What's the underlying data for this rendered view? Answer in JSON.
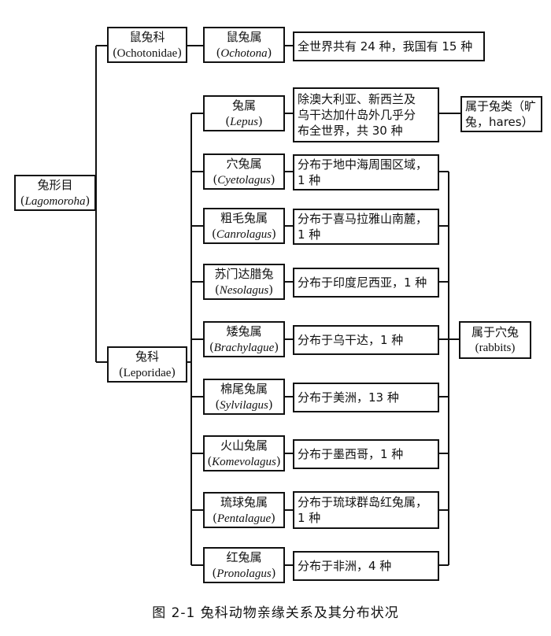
{
  "order": {
    "name": "兔形目",
    "latin": "Lagomoroha"
  },
  "families": [
    {
      "name": "鼠兔科",
      "latin": "Ochotonidae"
    },
    {
      "name": "兔科",
      "latin": "Leporidae"
    }
  ],
  "ochotona": {
    "name": "鼠兔属",
    "latin": "Ochotona",
    "note": "全世界共有 24 种，我国有 15 种"
  },
  "genera": [
    {
      "name": "兔属",
      "latin": "Lepus",
      "note": "除澳大利亚、新西兰及\n乌干达加什岛外几乎分\n布全世界，共 30 种"
    },
    {
      "name": "穴兔属",
      "latin": "Cyetolagus",
      "note": "分布于地中海周围区域，\n1 种"
    },
    {
      "name": "粗毛兔属",
      "latin": "Canrolagus",
      "note": "分布于喜马拉雅山南麓，\n1 种"
    },
    {
      "name": "苏门达腊兔",
      "latin": "Nesolagus",
      "note": "分布于印度尼西亚，1 种"
    },
    {
      "name": "矮兔属",
      "latin": "Brachylague",
      "note": "分布于乌干达，1 种"
    },
    {
      "name": "棉尾兔属",
      "latin": "Sylvilagus",
      "note": "分布于美洲，13 种"
    },
    {
      "name": "火山兔属",
      "latin": "Komevolagus",
      "note": "分布于墨西哥，1 种"
    },
    {
      "name": "琉球兔属",
      "latin": "Pentalague",
      "note": "分布于琉球群岛红兔属，\n1 种"
    },
    {
      "name": "红兔属",
      "latin": "Pronolagus",
      "note": "分布于非洲，4 种"
    }
  ],
  "groups": {
    "hares": "属于兔类（旷\n兔，hares）",
    "rabbits": {
      "name": "属于穴兔",
      "latin": "(rabbits)"
    }
  },
  "caption": "图 2-1   兔科动物亲缘关系及其分布状况"
}
